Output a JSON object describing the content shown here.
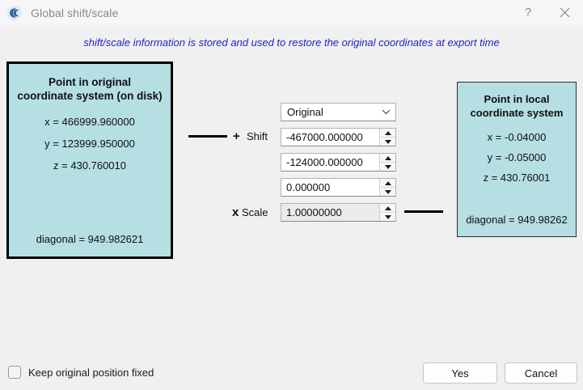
{
  "window": {
    "title": "Global shift/scale",
    "icon": "cloudcompare-logo-icon",
    "help_label": "?",
    "close_label": "✕"
  },
  "subtitle": "shift/scale information is stored and used to restore the original coordinates at export time",
  "original_panel": {
    "title_line1": "Point in original",
    "title_line2": "coordinate system (on disk)",
    "x": "x = 466999.960000",
    "y": "y = 123999.950000",
    "z": "z = 430.760010",
    "diagonal": "diagonal = 949.982621"
  },
  "local_panel": {
    "title_line1": "Point in local",
    "title_line2": "coordinate system",
    "x": "x = -0.04000",
    "y": "y = -0.05000",
    "z": "z = 430.76001",
    "diagonal": "diagonal = 949.98262"
  },
  "controls": {
    "preset_value": "Original",
    "preset_options": [
      "Original"
    ],
    "plus_symbol": "+",
    "times_symbol": "x",
    "shift_label": "Shift",
    "scale_label": "Scale",
    "shift_x": "-467000.000000",
    "shift_y": "-124000.000000",
    "shift_z": "0.000000",
    "scale": "1.00000000"
  },
  "footer": {
    "keep_fixed_label": "Keep original position fixed",
    "keep_fixed_checked": false,
    "yes_label": "Yes",
    "cancel_label": "Cancel"
  },
  "colors": {
    "panel_fill": "#b6dfe4",
    "subtitle_text": "#2222c8",
    "window_bg": "#f0f0f0",
    "titlebar_bg": "#f6f6f8"
  }
}
